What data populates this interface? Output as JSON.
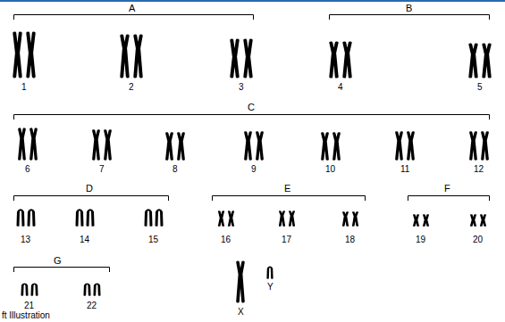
{
  "diagram": {
    "labels": [
      "A",
      "B",
      "1",
      "2",
      "3",
      "4",
      "5",
      "C",
      "6",
      "7",
      "8",
      "9",
      "10",
      "11",
      "12",
      "D",
      "E",
      "F",
      "13",
      "14",
      "15",
      "16",
      "17",
      "18",
      "19",
      "20",
      "G",
      "21",
      "22",
      "X",
      "Y",
      "ft Illustration"
    ]
  }
}
